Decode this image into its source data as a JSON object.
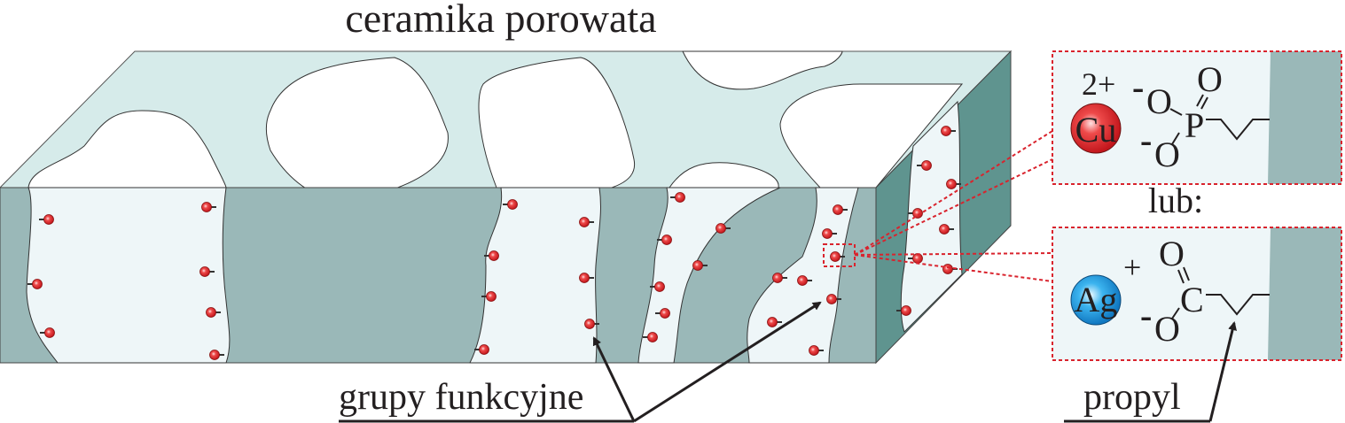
{
  "title": "ceramika porowata",
  "label_functional_groups": "grupy funkcyjne",
  "label_propyl": "propyl",
  "label_or": "lub:",
  "panel_cu": {
    "ion": "Cu",
    "charge": "2+",
    "atoms": {
      "o_top": "O",
      "p": "P",
      "o_left": "O",
      "o_bottom": "O",
      "minus1": "-",
      "minus2": "-"
    }
  },
  "panel_ag": {
    "ion": "Ag",
    "charge": "+",
    "atoms": {
      "o_top": "O",
      "c": "C",
      "o_bottom": "O",
      "minus": "-"
    }
  },
  "colors": {
    "top_face": "#d6ebea",
    "front_pore": "#eef6f8",
    "solid": "#9ab8b8",
    "side_face": "#5f948f",
    "dot": "#e0262a",
    "highlight": "#d9232d",
    "ag": "#2aa7e8"
  }
}
